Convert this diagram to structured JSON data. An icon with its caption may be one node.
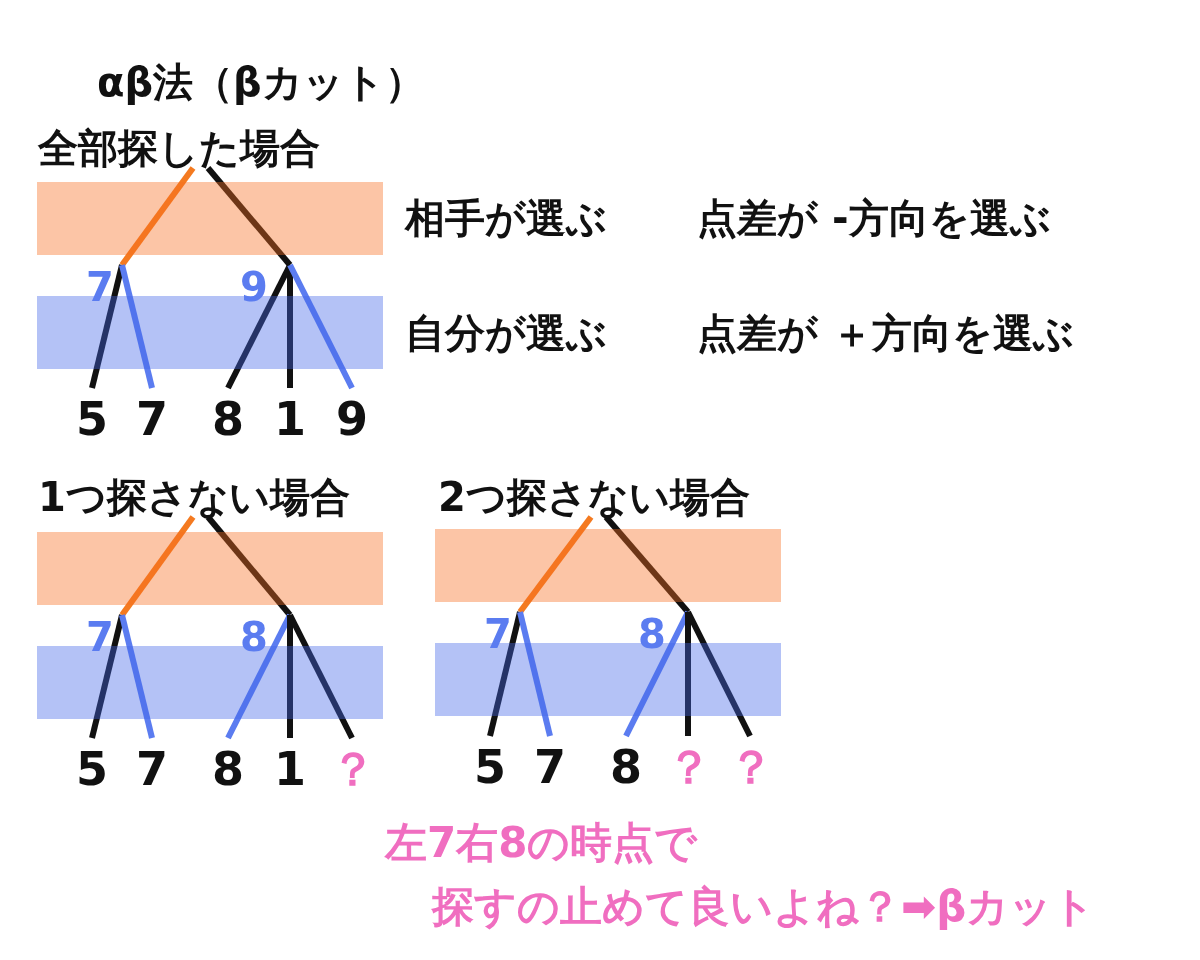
{
  "diagram": {
    "title": "αβ法（βカット）",
    "nodes": [
      {
        "text": [
          "全部探した場合"
        ]
      },
      {
        "text": [
          "7"
        ]
      },
      {
        "text": [
          "9"
        ]
      },
      {
        "text": [
          "5"
        ]
      },
      {
        "text": [
          "7"
        ]
      },
      {
        "text": [
          "8"
        ]
      },
      {
        "text": [
          "1"
        ]
      },
      {
        "text": [
          "9"
        ]
      },
      {
        "text": [
          "1つ探さない場合"
        ]
      },
      {
        "text": [
          "7"
        ]
      },
      {
        "text": [
          "8"
        ]
      },
      {
        "text": [
          "5"
        ]
      },
      {
        "text": [
          "7"
        ]
      },
      {
        "text": [
          "8"
        ]
      },
      {
        "text": [
          "1"
        ]
      },
      {
        "text": [
          "？"
        ]
      },
      {
        "text": [
          "2つ探さない場合"
        ]
      },
      {
        "text": [
          "7"
        ]
      },
      {
        "text": [
          "8"
        ]
      },
      {
        "text": [
          "5"
        ]
      },
      {
        "text": [
          "7"
        ]
      },
      {
        "text": [
          "8"
        ]
      },
      {
        "text": [
          "？"
        ]
      },
      {
        "text": [
          "？"
        ]
      }
    ],
    "edges": [
      {
        "from": 0,
        "to": 1,
        "arrow": "none",
        "color": "#f47a20"
      },
      {
        "from": 0,
        "to": 2,
        "arrow": "none"
      },
      {
        "from": 1,
        "to": 3,
        "arrow": "none"
      },
      {
        "from": 1,
        "to": 4,
        "arrow": "none",
        "color": "#5b7cf0"
      },
      {
        "from": 2,
        "to": 5,
        "arrow": "none"
      },
      {
        "from": 2,
        "to": 6,
        "arrow": "none"
      },
      {
        "from": 2,
        "to": 7,
        "arrow": "none",
        "color": "#5b7cf0"
      },
      {
        "from": 8,
        "to": 9,
        "arrow": "none",
        "color": "#f47a20"
      },
      {
        "from": 8,
        "to": 10,
        "arrow": "none"
      },
      {
        "from": 9,
        "to": 11,
        "arrow": "none"
      },
      {
        "from": 9,
        "to": 12,
        "arrow": "none",
        "color": "#5b7cf0"
      },
      {
        "from": 10,
        "to": 13,
        "arrow": "none",
        "color": "#5b7cf0"
      },
      {
        "from": 10,
        "to": 14,
        "arrow": "none"
      },
      {
        "from": 10,
        "to": 15,
        "arrow": "none"
      },
      {
        "from": 16,
        "to": 17,
        "arrow": "none",
        "color": "#f47a20"
      },
      {
        "from": 16,
        "to": 18,
        "arrow": "none"
      },
      {
        "from": 17,
        "to": 19,
        "arrow": "none"
      },
      {
        "from": 17,
        "to": 20,
        "arrow": "none",
        "color": "#5b7cf0"
      },
      {
        "from": 18,
        "to": 21,
        "arrow": "none",
        "color": "#5b7cf0"
      },
      {
        "from": 18,
        "to": 22,
        "arrow": "none"
      },
      {
        "from": 18,
        "to": 23,
        "arrow": "none"
      }
    ],
    "labels": [
      "相手が選ぶ",
      "点差が -方向を選ぶ",
      "自分が選ぶ",
      "点差が ＋方向を選ぶ",
      "左7右8の時点で",
      "探すの止めて良いよね？➡βカット"
    ]
  }
}
